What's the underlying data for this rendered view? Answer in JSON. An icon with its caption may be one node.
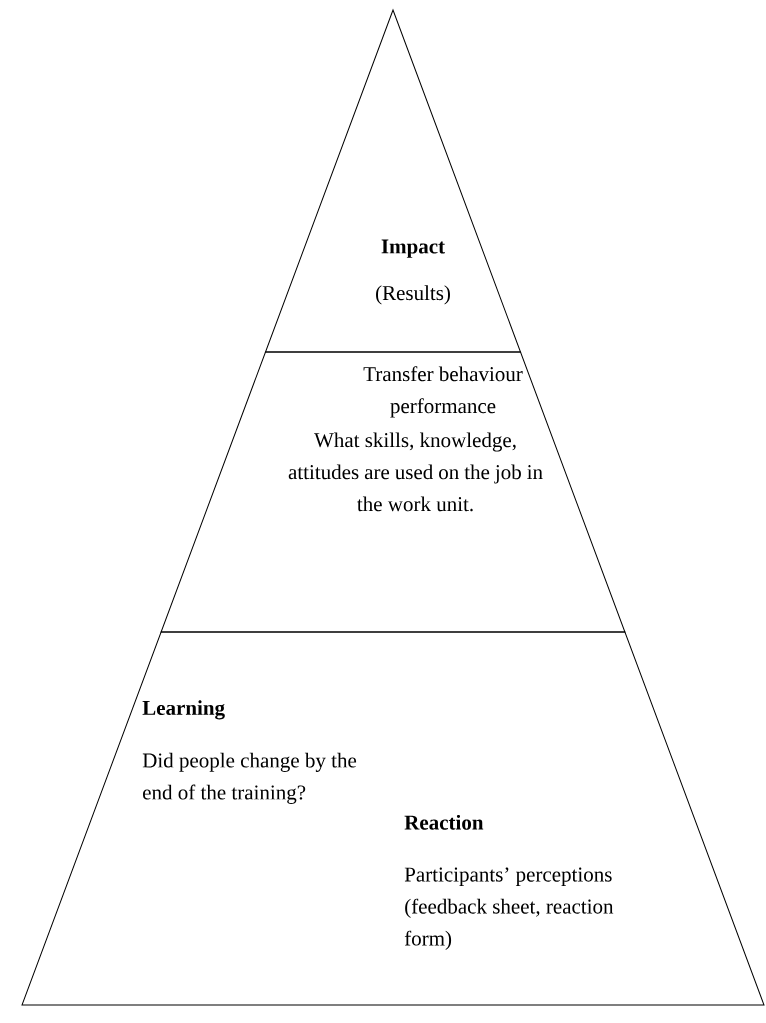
{
  "diagram": {
    "nodes": [
      {
        "text": [
          "Impact",
          "(Results)"
        ]
      },
      {
        "text": [
          "Transfer behaviour performance",
          "What skills, knowledge, attitudes are used on the job in the work unit."
        ]
      },
      {
        "text": [
          "Learning",
          "Did people change by the end of the training?",
          "Reaction",
          "Participants’ perceptions (feedback sheet, reaction form)"
        ]
      }
    ]
  }
}
